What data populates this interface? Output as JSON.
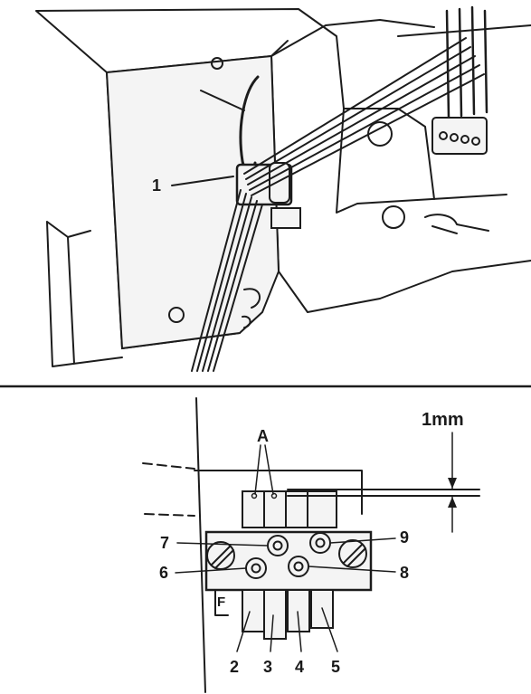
{
  "top_figure": {
    "callout": "1"
  },
  "bottom_figure": {
    "label_a": "A",
    "dimension": "1mm",
    "letter_f": "F",
    "callouts": {
      "c2": "2",
      "c3": "3",
      "c4": "4",
      "c5": "5",
      "c6": "6",
      "c7": "7",
      "c8": "8",
      "c9": "9"
    }
  }
}
